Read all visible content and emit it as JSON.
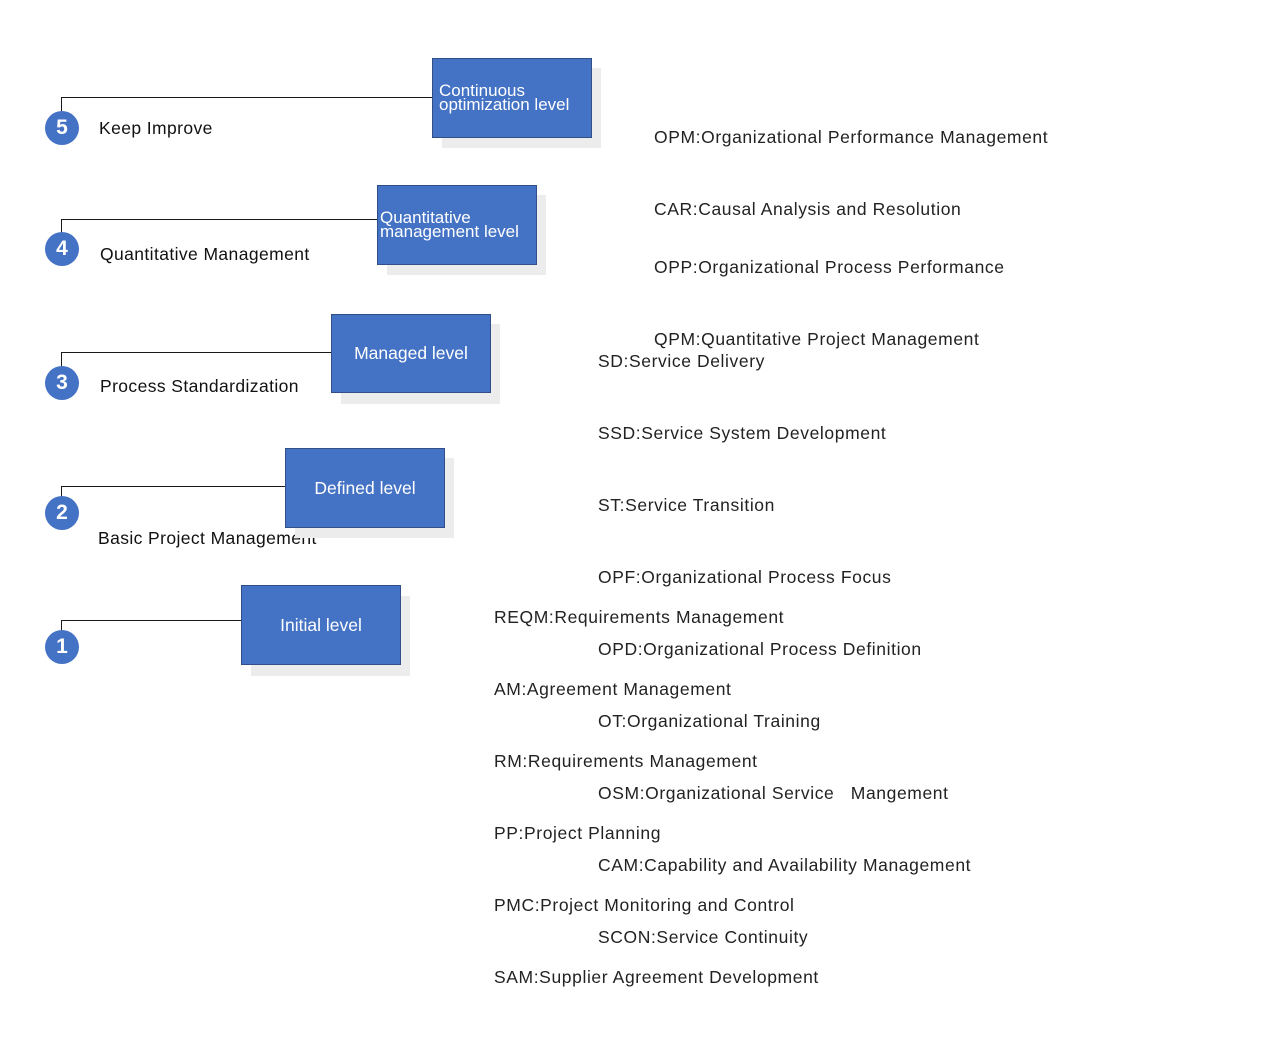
{
  "colors": {
    "accent": "#4472c4",
    "line": "#1a1a1a",
    "text": "#222222"
  },
  "levels": [
    {
      "number": "5",
      "stage": "Keep Improve",
      "level_name": "Continuous optimization level",
      "processes": [
        "OPM:Organizational Performance Management",
        "CAR:Causal Analysis and Resolution"
      ]
    },
    {
      "number": "4",
      "stage": "Quantitative Management",
      "level_name": "Quantitative management level",
      "processes": [
        "OPP:Organizational Process Performance",
        "QPM:Quantitative Project Management"
      ]
    },
    {
      "number": "3",
      "stage": "Process Standardization",
      "level_name": "Managed level",
      "processes": [
        "SD:Service Delivery",
        "SSD:Service System Development",
        "ST:Service Transition",
        "OPF:Organizational Process Focus",
        "OPD:Organizational Process Definition",
        "OT:Organizational Training",
        "OSM:Organizational Service   Mangement",
        "CAM:Capability and Availability Management",
        "SCON:Service Continuity"
      ]
    },
    {
      "number": "2",
      "stage": "Basic Project Management",
      "level_name": "Defined level",
      "processes": [
        "REQM:Requirements Management",
        "AM:Agreement Management",
        "RM:Requirements Management",
        "PP:Project Planning",
        "PMC:Project Monitoring and Control",
        "SAM:Supplier Agreement Development"
      ]
    },
    {
      "number": "1",
      "stage": "",
      "level_name": "Initial level",
      "processes": []
    }
  ]
}
